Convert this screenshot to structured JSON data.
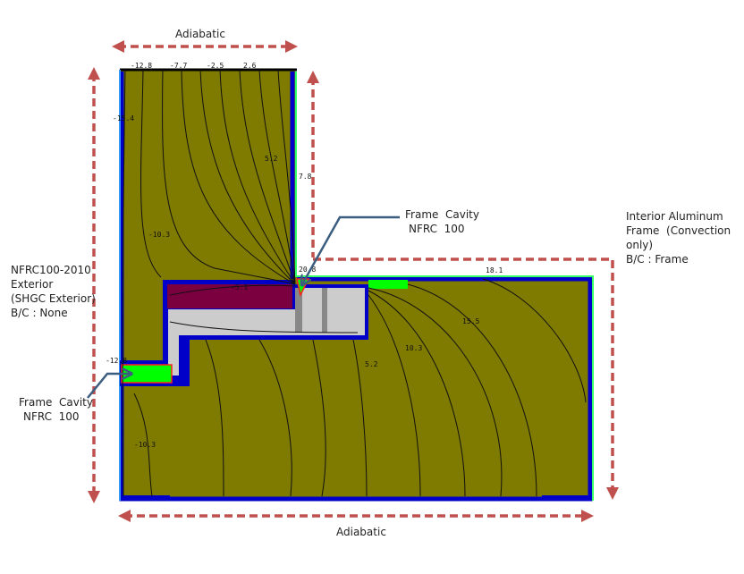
{
  "labels": {
    "top_boundary": "Adiabatic",
    "bottom_boundary": "Adiabatic",
    "exterior": [
      "NFRC100-2010",
      "Exterior",
      "(SHGC Exterior)",
      "B/C : None"
    ],
    "frame_cavity_upper": [
      "Frame  Cavity",
      "NFRC  100"
    ],
    "frame_cavity_lower": [
      "Frame  Cavity",
      "NFRC  100"
    ],
    "interior": [
      "Interior Aluminum",
      "Frame  (Convection",
      "only)",
      "B/C : Frame"
    ]
  },
  "isotherms": {
    "t1": "-12.8",
    "t2": "-7.7",
    "t3": "-2.5",
    "t4": "2.6",
    "t5": "-15.4",
    "t6": "5.2",
    "t7": "7.8",
    "t8": "-10.3",
    "t9": "20.8",
    "t10": "-5.1",
    "t11": "18.1",
    "t12": "15.5",
    "t13": "10.3",
    "t14": "5.2",
    "t15": "-12.8",
    "t16": "-10.3"
  },
  "colors": {
    "solid": "#7f7a00",
    "frame": "#0000c8",
    "cavity": "#00ff00",
    "insulation": "#7a0040",
    "aluminum": "#cccccc",
    "boundary_arrow": "#c0504d",
    "pointer": "#3b5d80"
  }
}
